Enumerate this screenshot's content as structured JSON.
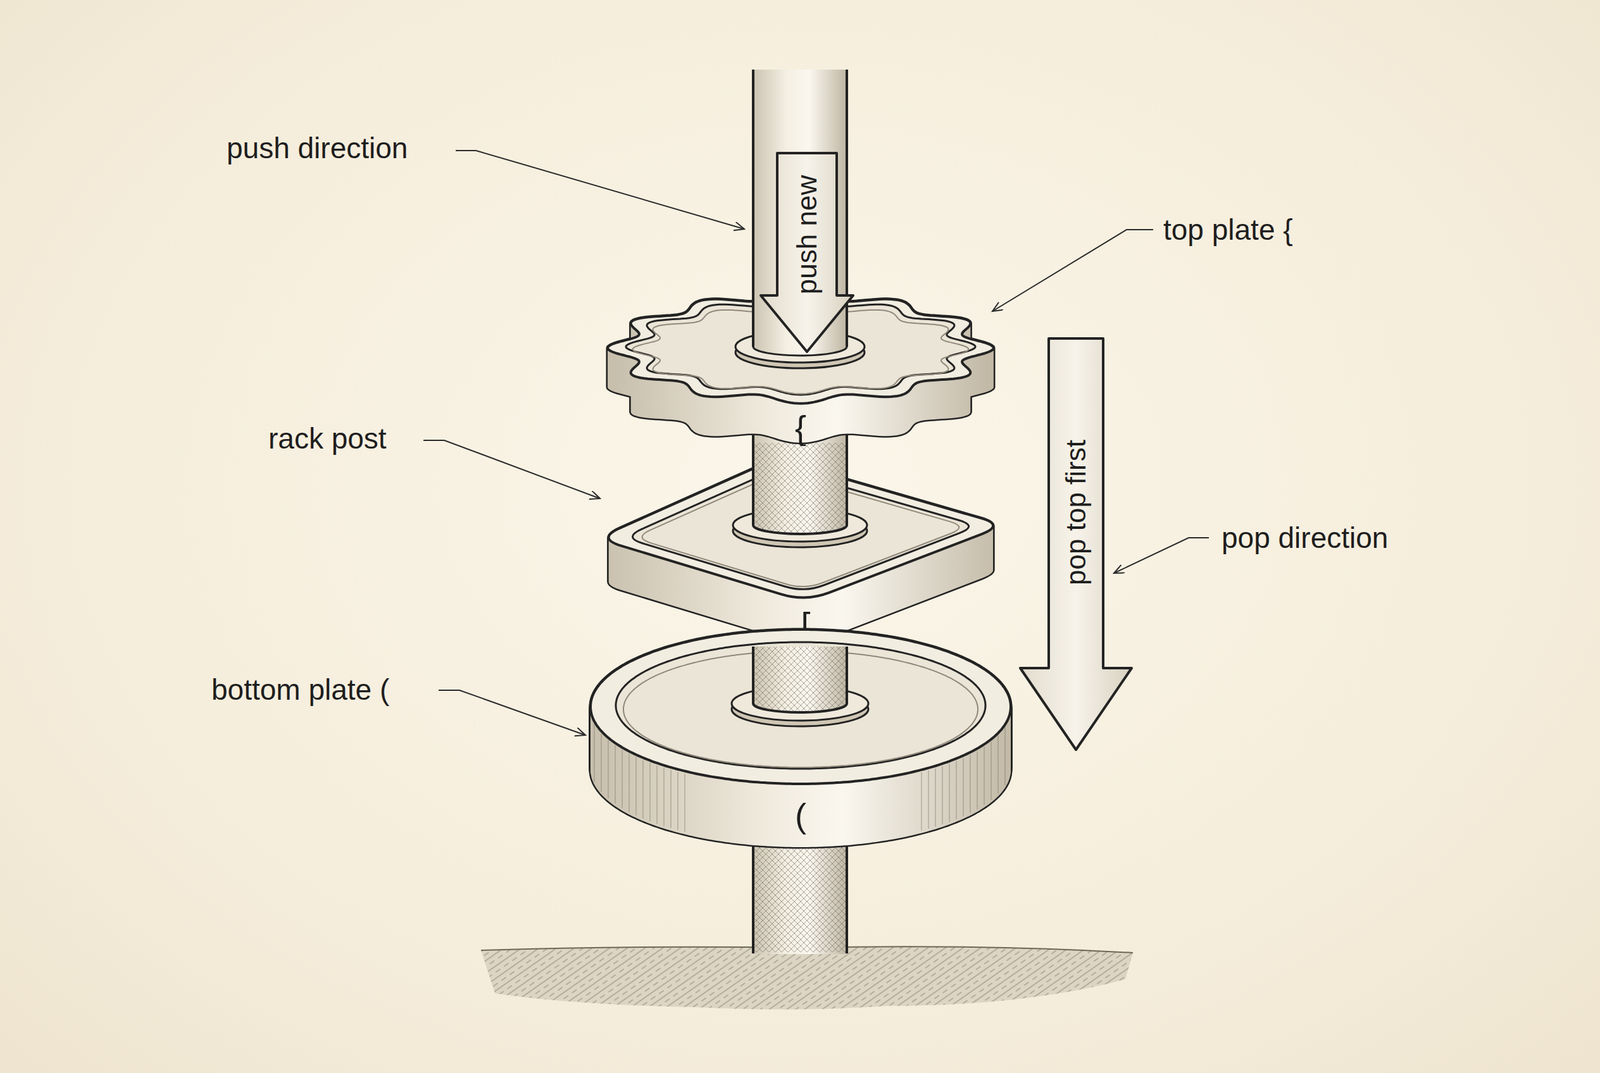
{
  "diagram": {
    "nodes": [
      {
        "text": [
          "push new"
        ]
      },
      {
        "text": [
          "{"
        ]
      },
      {
        "text": [
          "pop top first"
        ]
      },
      {
        "text": [
          "["
        ]
      },
      {
        "text": [
          "("
        ]
      }
    ],
    "labels": [
      "push direction",
      "top plate {",
      "rack post",
      "pop direction",
      "bottom plate ("
    ]
  }
}
